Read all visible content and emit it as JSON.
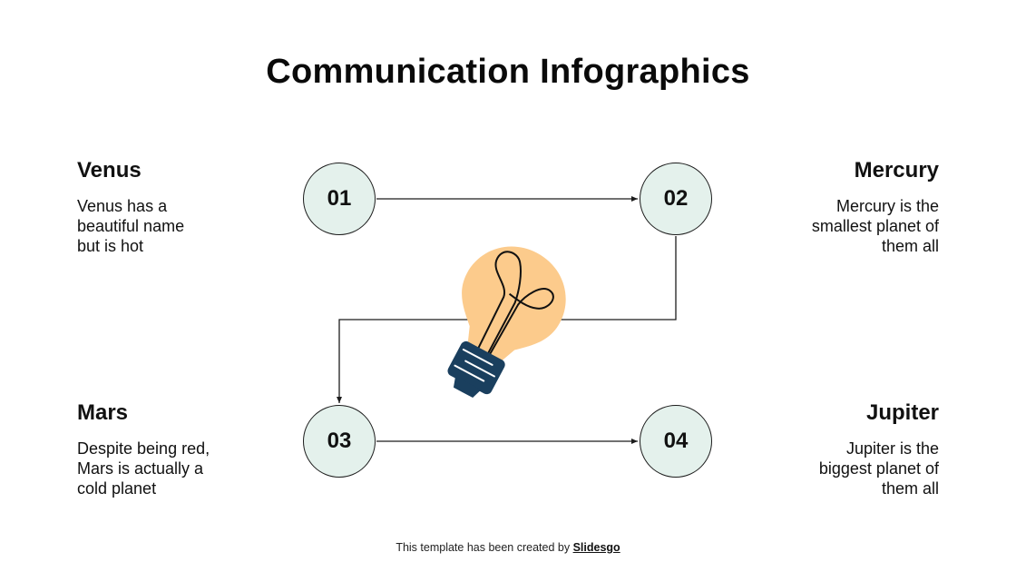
{
  "slide": {
    "title": "Communication Infographics",
    "nodes": [
      {
        "number": "01",
        "heading": "Venus",
        "text": "Venus has a beautiful name but is hot",
        "text_lines": [
          "Venus has a",
          "beautiful name",
          "but is hot"
        ]
      },
      {
        "number": "02",
        "heading": "Mercury",
        "text": "Mercury is the smallest planet of them all",
        "text_lines": [
          "Mercury is the",
          "smallest planet of",
          "them all"
        ]
      },
      {
        "number": "03",
        "heading": "Mars",
        "text": "Despite being red, Mars is actually a cold planet",
        "text_lines": [
          "Despite being red,",
          "Mars is actually a",
          "cold planet"
        ]
      },
      {
        "number": "04",
        "heading": "Jupiter",
        "text": "Jupiter is the biggest planet of them all",
        "text_lines": [
          "Jupiter is the",
          "biggest planet of",
          "them all"
        ]
      }
    ],
    "flow": [
      "01 → 02",
      "02 → 03",
      "03 → 04"
    ],
    "center_icon": "lightbulb-icon",
    "footer": {
      "prefix": "This template has been created by ",
      "link": "Slidesgo"
    },
    "colors": {
      "node_fill": "#e4f1ec",
      "bulb_glass": "#fccb8c",
      "bulb_base": "#1a3f5e",
      "line": "#1c1c1c"
    }
  }
}
